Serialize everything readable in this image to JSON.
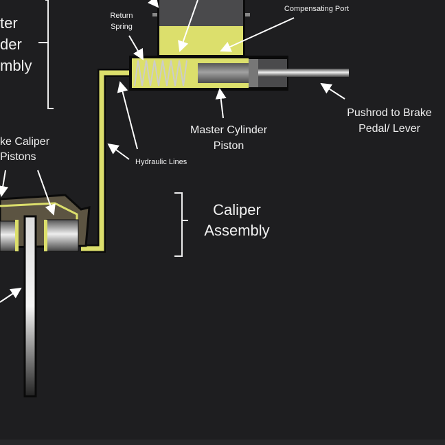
{
  "labels": {
    "master_assembly": [
      "ter",
      "der",
      "mbly"
    ],
    "return_spring": [
      "Return",
      "Spring"
    ],
    "compensating_port": "Compensating Port",
    "pushrod": [
      "Pushrod to Brake",
      "Pedal/ Lever"
    ],
    "master_piston": [
      "Master Cylinder",
      "Piston"
    ],
    "hydraulic_lines": "Hydraulic Lines",
    "caliper_pistons": [
      "ke Caliper",
      "Pistons"
    ],
    "caliper_assembly": [
      "Caliper",
      "Assembly"
    ]
  },
  "colors": {
    "background": "#1e1e20",
    "fluid": "#e6e87a",
    "metal": "#7a7a7a",
    "caliper": "#5c5442"
  }
}
